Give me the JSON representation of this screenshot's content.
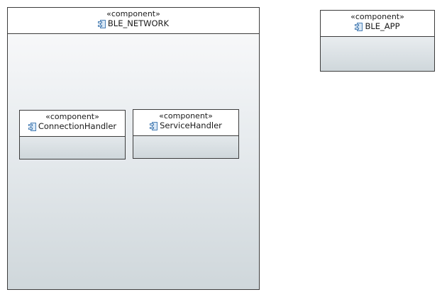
{
  "diagram": {
    "components": [
      {
        "id": "ble_network",
        "stereotype": "«component»",
        "name": "BLE_NETWORK",
        "icon": "component-icon"
      },
      {
        "id": "ble_app",
        "stereotype": "«component»",
        "name": "BLE_APP",
        "icon": "component-icon"
      },
      {
        "id": "connection_handler",
        "stereotype": "«component»",
        "name": "ConnectionHandler",
        "icon": "component-icon",
        "parent": "BLE_NETWORK"
      },
      {
        "id": "service_handler",
        "stereotype": "«component»",
        "name": "ServiceHandler",
        "icon": "component-icon",
        "parent": "BLE_NETWORK"
      }
    ]
  },
  "colors": {
    "border": "#3c3c3c",
    "fill_top": "#fbfbfc",
    "fill_bottom": "#cfd7db",
    "icon_stroke": "#4a7fb5",
    "icon_fill": "#d9e8f6"
  }
}
